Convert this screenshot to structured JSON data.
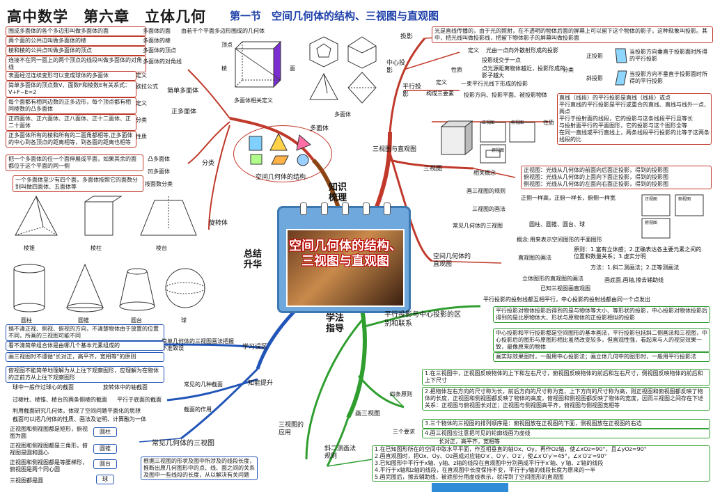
{
  "header": {
    "title": "高中数学　第六章　立体几何",
    "subtitle": "第一节　空间几何体的结构、三视图与直观图"
  },
  "center": {
    "title": "空间几何体的结构、三视图与直观图"
  },
  "branches": {
    "knowledge": "知识梳理",
    "summary": "总结升华",
    "method": "学法指导"
  },
  "structure": {
    "oval_label": "空间几何体的结构",
    "polyhedron": "多面体",
    "rotation": "旋转体",
    "simple_polyhedron": "简单多面体",
    "regular_polyhedron": "正多面体",
    "classify": "分类",
    "cube_caption": "由若干个平面多边形围成的几何体",
    "cube_def": "多面体相关定义",
    "polyhedron_img": "多面体",
    "vertex": "顶点",
    "edge": "棱",
    "face": "面",
    "defs": [
      {
        "text": "围成多面体的各个多边形叫做多面体的面",
        "term": "多面体的面"
      },
      {
        "text": "两个面的公共边叫做多面体的棱",
        "term": "多面体的棱"
      },
      {
        "text": "棱和棱的公共点叫做多面体的顶点",
        "term": "多面体的顶点"
      },
      {
        "text": "连接不在同一面上的两个顶点的线段叫做多面体的对角线",
        "term": "多面体的对角线"
      },
      {
        "text": "表面经过连续变形可以变成球体的多面体",
        "term": "定义"
      },
      {
        "text": "简单多面体的顶点数V、面数F和棱数E有关系式：V+F−E=2",
        "term": "欧拉公式"
      },
      {
        "text": "每个面都有相同边数的正多边形，每个顶点都有相同棱数的凸多面体",
        "term": "定义"
      },
      {
        "text": "正四面体、正六面体、正八面体、正十二面体、正二十面体",
        "term": "分类"
      },
      {
        "text": "正多面体所有的棱和所有的二面角都相等,正多面体的中心到各顶点的距离相等，到各面的距离也相等",
        "term": "性质"
      },
      {
        "text": "把一个多面体的任一个面伸展成平面，如果其余的面都位于这个平面的同一侧",
        "term": "凸多面体"
      },
      {
        "text": "",
        "term": "凹多面体"
      },
      {
        "text": "一个多面体至少有四个面，多面体按照它的面数分别叫做四面体、五面体等",
        "term": "按面数分类"
      }
    ],
    "solids_top": [
      "棱锥",
      "棱柱",
      "棱台"
    ],
    "solids_bottom": [
      "圆柱",
      "圆锥",
      "圆台",
      "球"
    ]
  },
  "three_view": {
    "label": "三视图与直观图",
    "projection": "投影",
    "projection_def": "光是直线传播的，由于光的照射，在不透明的物体后面的屏幕上可以留下这个物体的影子，这种现象叫投影。其中，把光线叫做投影线，把留下物体影子的屏幕叫做投影面",
    "central": "中心投影",
    "central_def": "光由一点向外散射形成的投影",
    "definition": "定义",
    "nature": "性质",
    "central_prop1": "投影线交于一点",
    "central_prop2": "点光源距离物体越近，投影形成的影子越大",
    "parallel": "平行投影",
    "parallel_def": "一束平行光线下形成的投影",
    "parallel_elements": "构成三要素",
    "parallel_elements_val": "投影方向、投影平面、被投影物体",
    "classify": "分类",
    "orthographic": "正投影",
    "orthographic_def": "当投影方向垂直于投影面时所得的平行投影",
    "oblique": "斜投影",
    "oblique_def": "当投影方向不垂直于投影面时所得的平行投影",
    "props_label": "性质",
    "props": [
      "直线（线段）的平行投影是直线（线段）或点",
      "平行直线的平行投影是平行或重合的直线、直线与线外一点、两点",
      "平行于投射面的线段，它的投影与这条线段平行且等长",
      "与投射面平行的平面图形，它的投影与这个图形全等",
      "在同一直线或平行直线上，两条线段平行投影的比等于这两条线段的比"
    ],
    "threeview": "三视图",
    "related": "相关概念",
    "views": [
      "正视图：光线从几何体的前面向后面正投影，得到的投影图",
      "俯视图：光线从几何体的上面向下面正投影，得到的投影图",
      "侧视图：光线从几何体的左面向右面正投影，得到的投影图"
    ],
    "rule_label": "画三视图的规则",
    "rule": "正侧一样高，正俯一样长，俯侧一样宽",
    "draw_label": "三视图的画法",
    "common_label": "常见几何体的三视图",
    "common_val": "圆柱、圆锥、圆台、球",
    "intuitive_label": "空间几何体的直观图",
    "concept": "概念:用来表示空间图形的平面图形",
    "method_label": "直观图的画法",
    "principle": "原则：1.富有立体感；2.正确表达各主要元素之间的位置和数量关系；3.虚实分明",
    "method": "方法：1.斜二测画法；2.正等测画法",
    "solid_method_label": "立体图形的直观图的画法",
    "solid_method_val": "画底面,画轴,擦去辅助线",
    "known_label": "已知三视图画直观图",
    "view_front": "正视图",
    "view_side": "侧视图",
    "view_top": "俯视图"
  },
  "method_branch": {
    "difference_label": "平行投影与中心投影的区别和联系",
    "diff_top": "平行投影的投射线都互相平行，中心投影的投射线都由同一个点发出",
    "diff1": "平行投影对物体投影后得到的是与物体等大小、等形状的投影，中心投影对物体投影后得到的是比原物体大、形状与原物体的正投影相似的投影",
    "diff2": "中心投影和平行投影都是空间图形的基本画法，平行投影包括斜二侧画法和三视图，中心投影后的图形与原图形相比虽然改变较多，但直观性强，看起来与人的视觉效果一致，最像原来的物体",
    "diff3": "画实际效果图时，一般用中心投影法；画立体几何中的图形时，一般用平行投影法",
    "draw3_label": "画三视图",
    "four_principles": "四条原则",
    "p1": "1.在三视图中，正视图反映物体的上下和左右尺寸，俯视图反映物体的前后和左右尺寸，侧视图反映物体的前后和上下尺寸",
    "p2": "2.把物体左右方向的尺寸称为长，前后方向的尺寸称为宽，上下方向的尺寸称为高，则正视图和俯视图都反映了物体的长度，正视图和侧视图都反映了物体的高度，俯视图和侧视图都反映了物体的宽度，因而三视图之间存在下述关系：正视图与俯视图长对正；正视图与侧视图高平齐，俯视图与侧视图宽相等",
    "p3": "3.三个物体的三视图的排列顺序是：俯视图放在正视图的下面，侧视图放在正视图的右边",
    "three_req": "三个要求",
    "p4": "4.画三视图应注意把可见的轮廓线画为虚线",
    "p5": "长对正，高平齐，宽相等",
    "oblique_label": "斜二测画法规则",
    "o1": "1.在已知图形所在的空间中取水平平面，作互相垂直的轴Ox、Oy，再作Oz轴，使∠xOz=90°，且∠yOz=90°",
    "o2": "2.画直观图时，把Ox、Oy、Oz画成对应轴O′x′、O′y′、O′z′，使∠x′O′y′=45°，∠x′O′z′=90°",
    "o3": "3.已知图形中平行于x轴、y轴、z轴的线段在直观图中分别画成平行于x′轴、y′轴、z′轴的线段",
    "o4": "4.平行于x轴和z轴的线段，在直观图中长度保持不变，平行于y轴的线段长度为原来的一半",
    "o5": "5.画完图后，擦去辅助线，被遮部分用虚线表示，就得到了空间图形的直观图"
  },
  "summary_branch": {
    "mistakes_label": "学习误区",
    "mistake_title": "简单几何体的三视图画法把握不准致误",
    "m1": "搞不清正视、侧视、俯视的方向，不清楚物体由于放置的位置不同，所画的三视图可能不同",
    "m2": "看不清简单组合体是由哪几个基本元素组成的",
    "m3": "画三视图时不遵循\"长对正，高平齐，宽相等\"的原则",
    "m4": "俯视图不能简单地理解为从上往下观察图形，应理解为在物体的正前方从上往下观察图形",
    "ability_label": "知能提升",
    "sections_label": "常见的几种截面",
    "s1": "球中一般作过球心的截面",
    "s1b": "旋转体中的轴截面",
    "s2": "过棱柱、棱锥、棱台的两条侧棱的截面",
    "s2b": "平行于底面的截面",
    "function_label": "截面的作用",
    "f1": "利用截面研究几何体，体现了空间问题平面化的思想",
    "f2": "截面可以把几何体的性质、画法及证明、计算融为一体",
    "app_label": "三视图的应用",
    "common3_label": "常见几何体的三视图",
    "c1": "正视图和侧视图都是矩形，俯视图为圆",
    "c1t": "圆柱",
    "c2": "正视图和侧视图都是三角形，俯视图是圆和圆心",
    "c2t": "圆锥",
    "c3": "正视图和侧视图都是等腰梯形，俯视图是两个同心圆",
    "c3t": "圆台",
    "c4": "三视图都是圆",
    "c4t": "球",
    "app_text": "根据三视图的形状及图中所涉及的线段长度，推断出原几何图形中的点、线、面之间的关系及图中一些线段的长度，从以解决有关问题"
  },
  "colors": {
    "red": "#c0392b",
    "blue": "#2255b8",
    "green": "#2f9e2f",
    "brown": "#8b4513",
    "title_blue": "#1c3fa8"
  }
}
